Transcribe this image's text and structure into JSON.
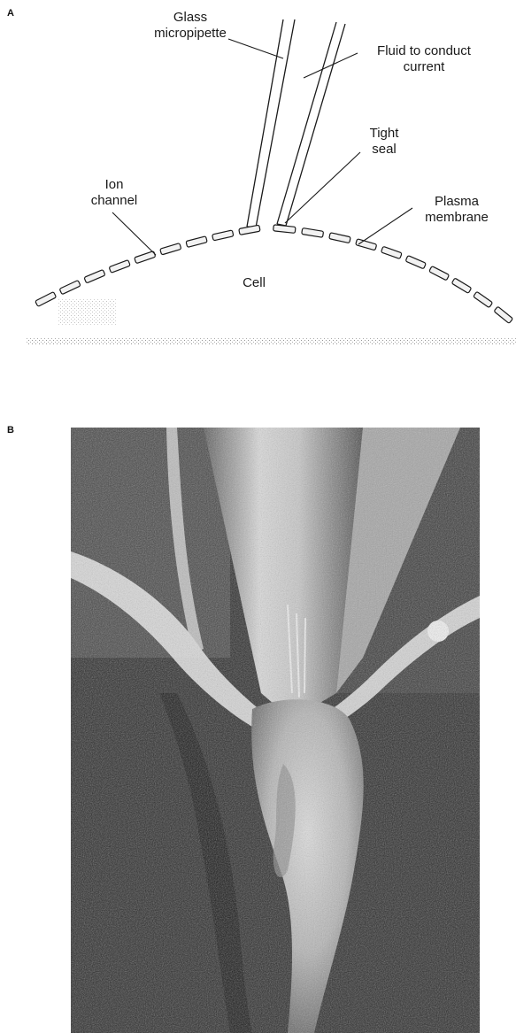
{
  "panel_a": {
    "letter": "A",
    "labels": {
      "glass_line1": "Glass",
      "glass_line2": "micropipette",
      "fluid_line1": "Fluid to conduct",
      "fluid_line2": "current",
      "tight_line1": "Tight",
      "tight_line2": "seal",
      "ion_line1": "Ion",
      "ion_line2": "channel",
      "plasma_line1": "Plasma",
      "plasma_line2": "membrane",
      "cell": "Cell"
    }
  },
  "panel_b": {
    "letter": "B"
  },
  "colors": {
    "ink": "#1a1a1a",
    "micrograph_dark": "#1c1c1c",
    "micrograph_light": "#e6e6e6"
  }
}
